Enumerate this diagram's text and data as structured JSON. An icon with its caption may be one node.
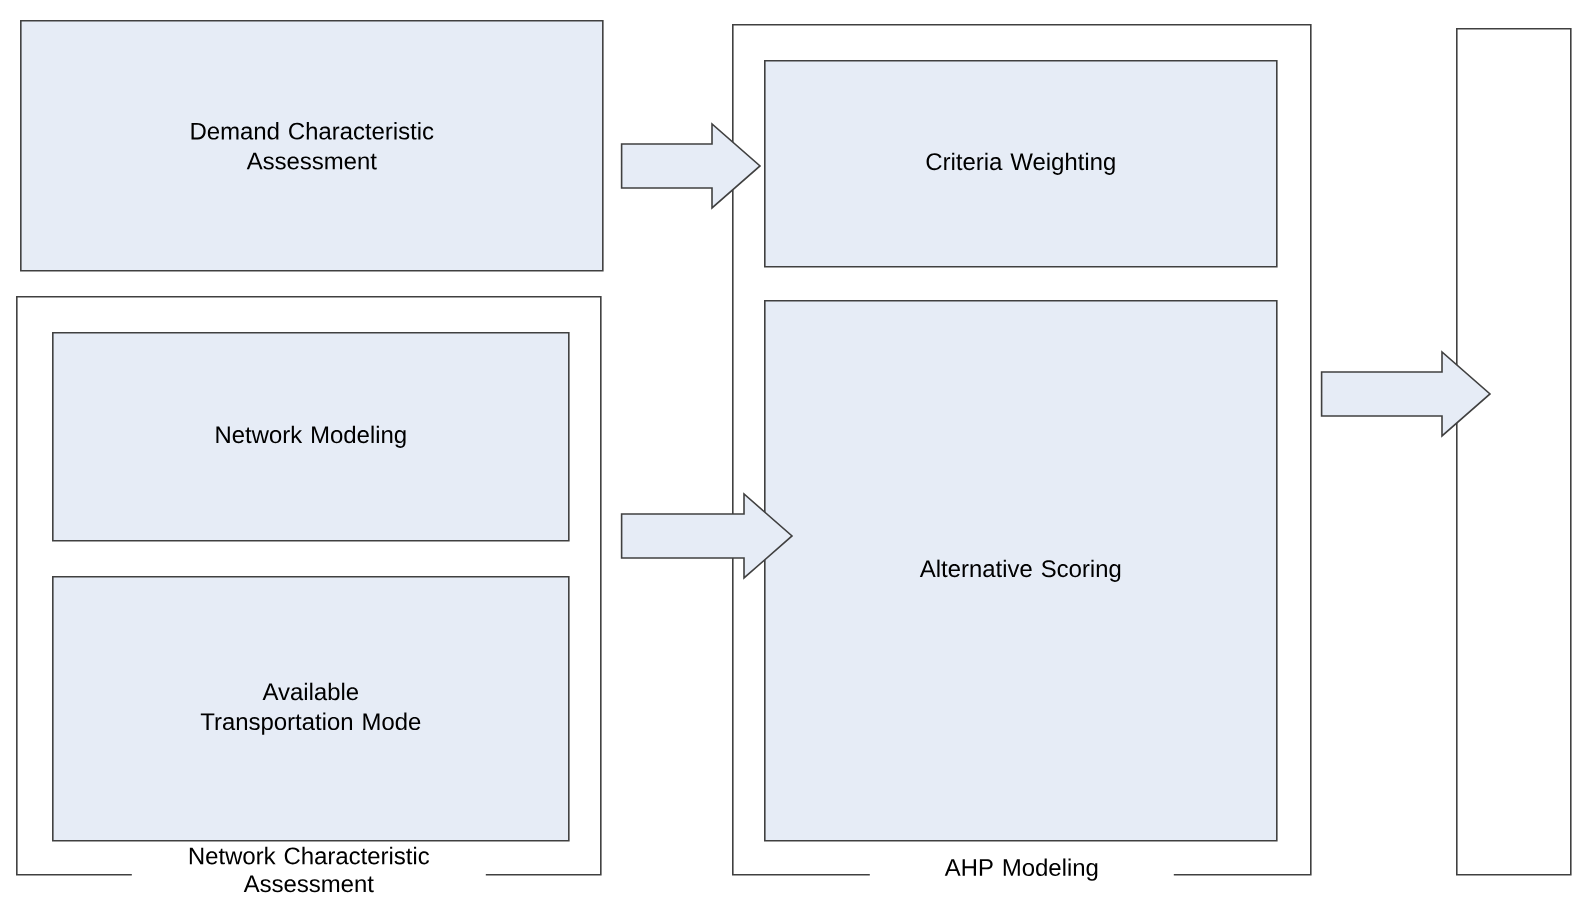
{
  "diagram": {
    "nodes": [
      {
        "text": [
          "Demand Characteristic Assessment"
        ]
      },
      {
        "text": [
          "Network Characteristic Assessment"
        ]
      },
      {
        "text": [
          "Network Modeling"
        ],
        "in": 1
      },
      {
        "text": [
          "Available Transportation Mode"
        ],
        "in": 1
      },
      {
        "text": [
          "AHP Modeling"
        ]
      },
      {
        "text": [
          "Criteria Weighting"
        ],
        "in": 4
      },
      {
        "text": [
          "Alternative Scoring"
        ],
        "in": 4
      },
      {
        "text": [],
        "shape": "box"
      }
    ],
    "edges": [
      {
        "from": 0,
        "to": 5,
        "arrow": "to"
      },
      {
        "from": 1,
        "to": 6,
        "arrow": "to"
      },
      {
        "from": 4,
        "to": 7,
        "arrow": "to"
      }
    ]
  }
}
